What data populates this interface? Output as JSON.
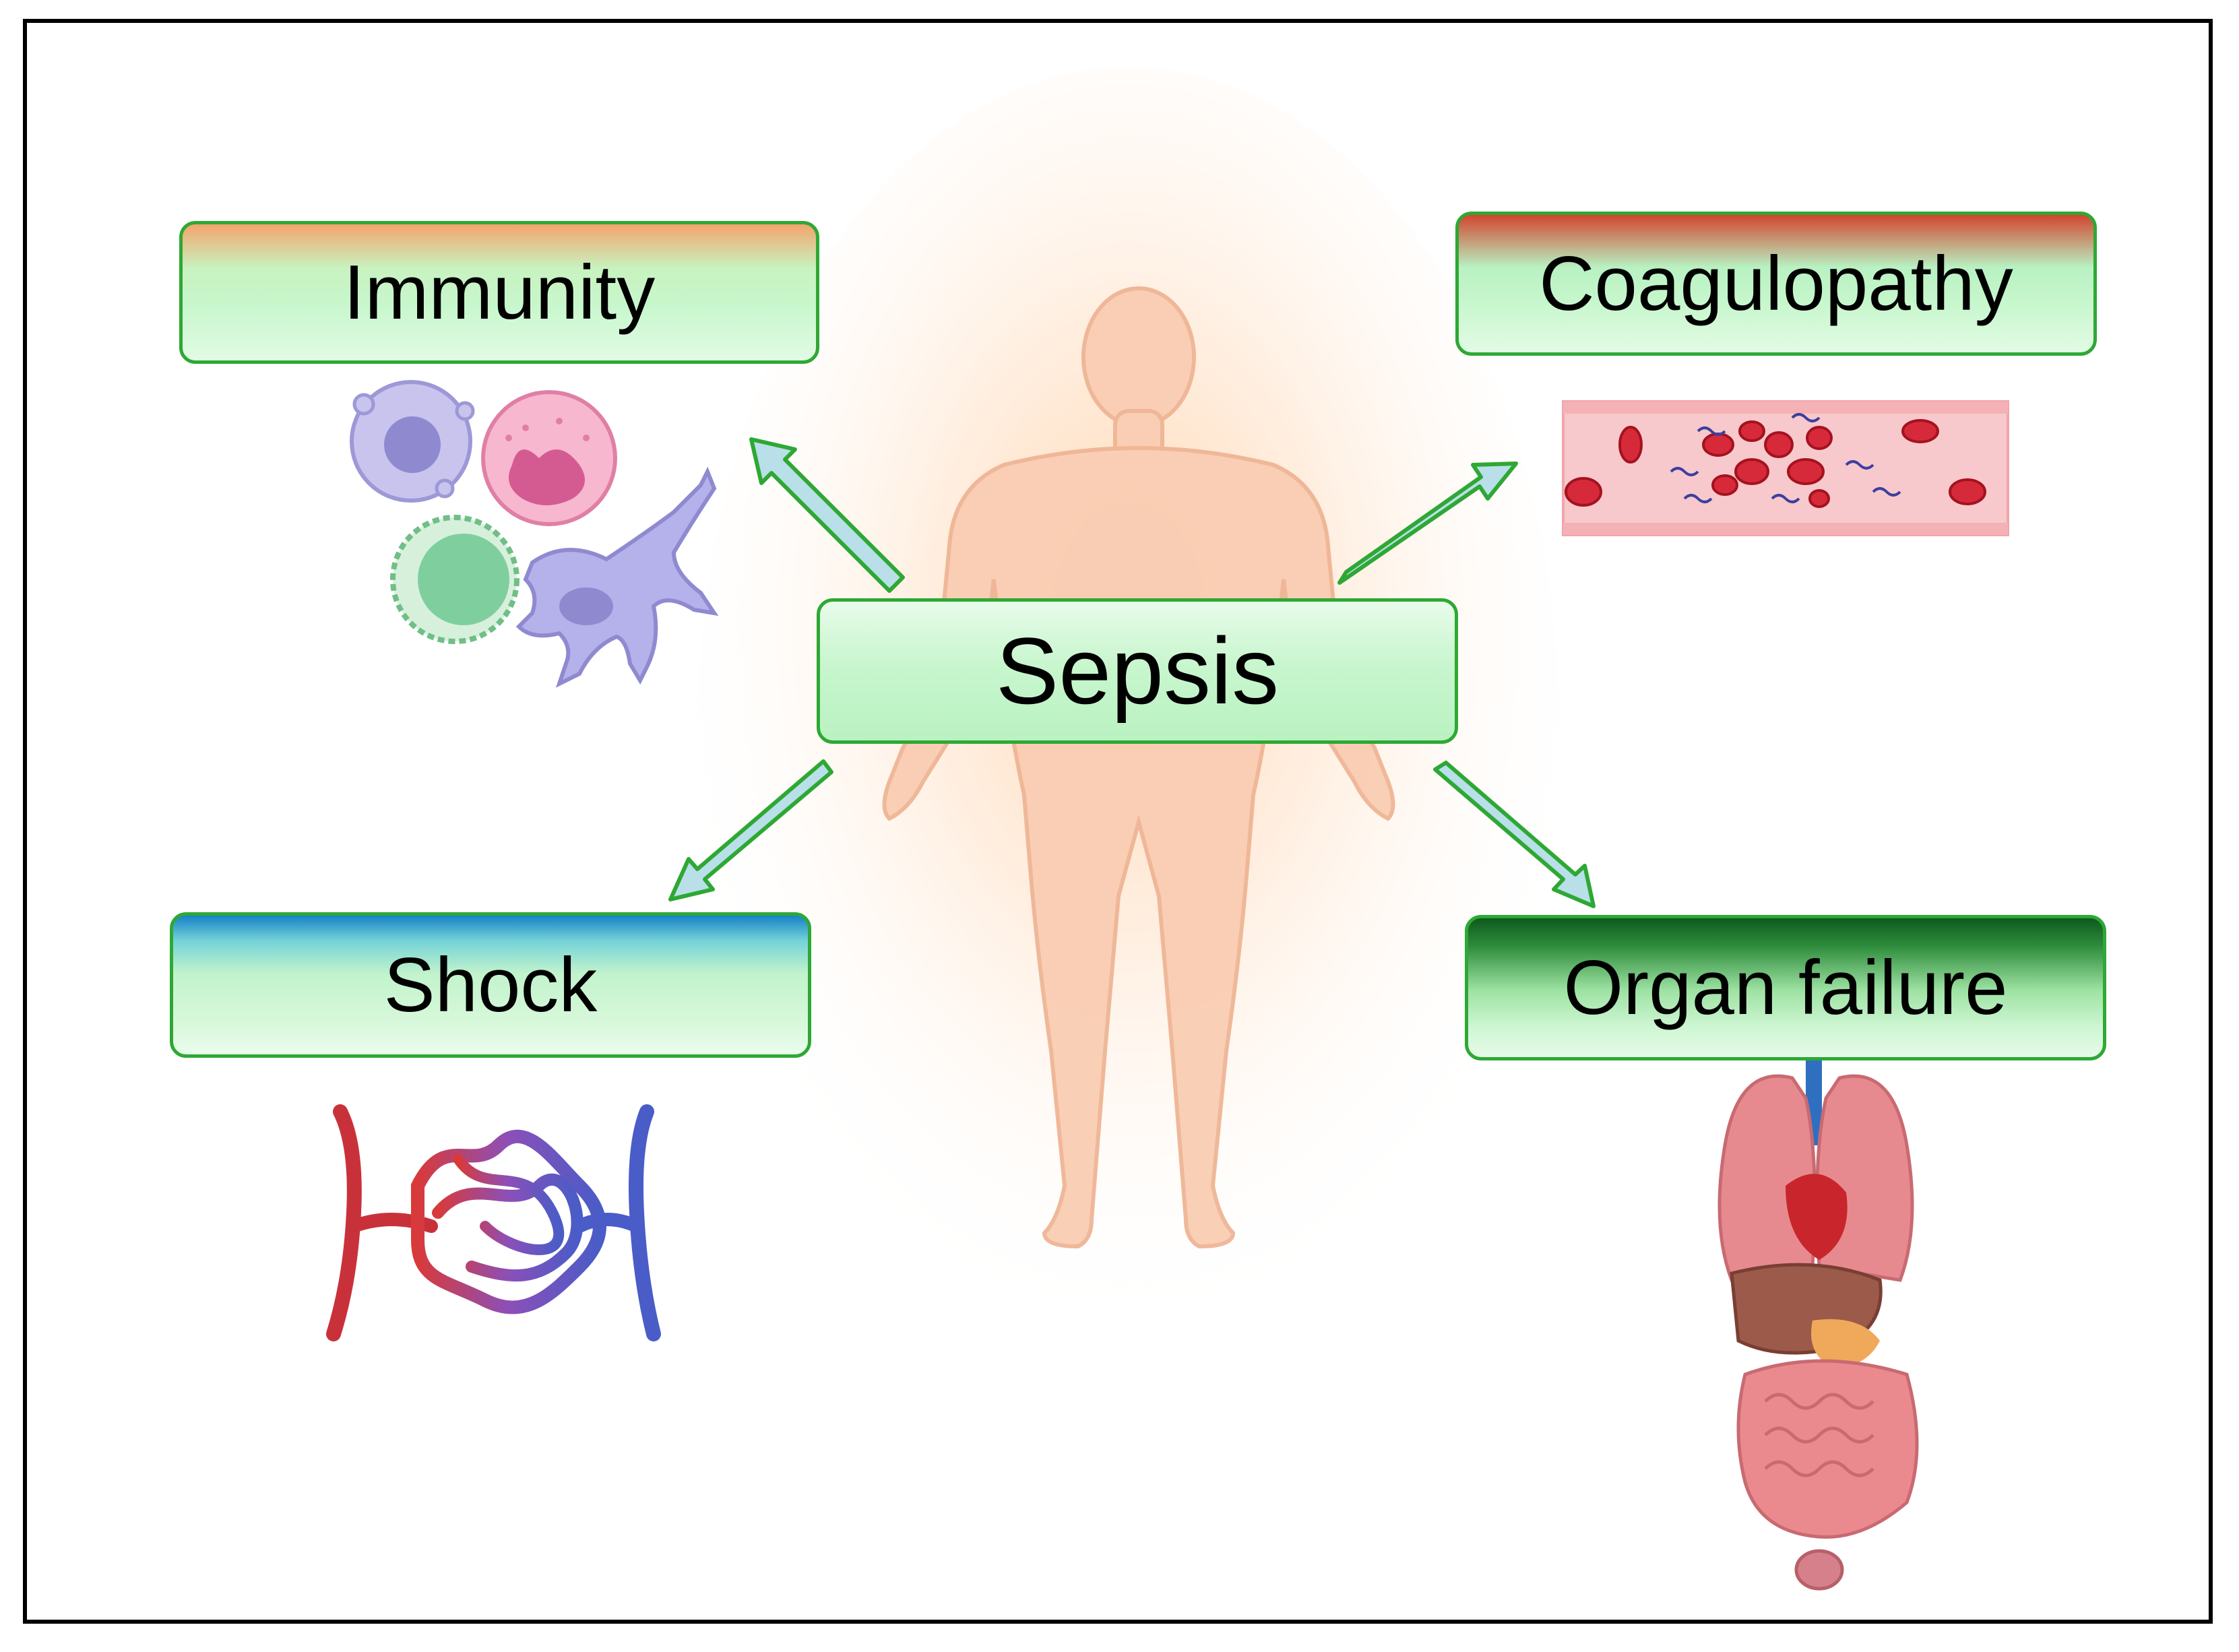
{
  "diagram": {
    "center_label": "Sepsis",
    "nodes": [
      {
        "id": "immunity",
        "label": "Immunity",
        "icon": "immune-cells-icon"
      },
      {
        "id": "coagulopathy",
        "label": "Coagulopathy",
        "icon": "blood-clot-vessel-icon"
      },
      {
        "id": "shock",
        "label": "Shock",
        "icon": "capillary-bed-icon"
      },
      {
        "id": "organ_failure",
        "label": "Organ failure",
        "icon": "internal-organs-icon"
      }
    ],
    "background_icon": "human-body-icon",
    "colors": {
      "box_border": "#2ea834",
      "arrow_border": "#2ea834",
      "arrow_fill": "#b9dfe8",
      "body_fill": "#f9cdb3",
      "glow": "#ffb36b"
    }
  }
}
